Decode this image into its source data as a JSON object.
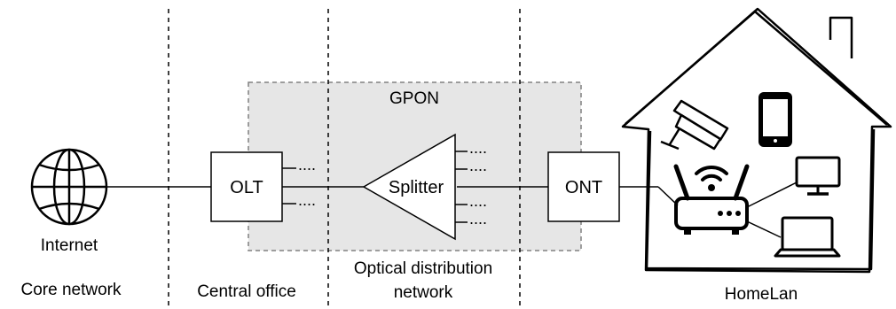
{
  "internet_label": "Internet",
  "gpon_label": "GPON",
  "olt_label": "OLT",
  "splitter_label": "Splitter",
  "ont_label": "ONT",
  "zones": {
    "core": "Core network",
    "central": "Central office",
    "odn_line1": "Optical distribution",
    "odn_line2": "network",
    "home": "HomeLan"
  },
  "port_dots": "....",
  "icons": [
    "globe-icon",
    "camera-icon",
    "phone-icon",
    "router-icon",
    "monitor-icon",
    "laptop-icon",
    "house-icon"
  ],
  "colors": {
    "gpon_fill": "#e6e6e6",
    "gpon_border": "#808080",
    "stroke": "#000000"
  }
}
